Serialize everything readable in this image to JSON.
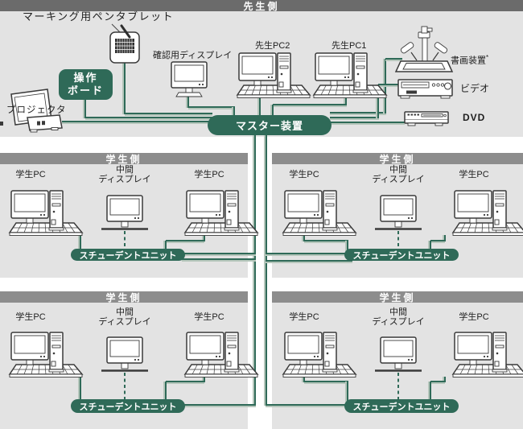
{
  "colors": {
    "accent_green": "#2F6A58",
    "line_highlight": "#b5c6bb",
    "panel_gray": "#e3e3e3",
    "teacher_bar_gray": "#6b6b6b",
    "student_bar_gray": "#8d8d8d",
    "icon_outline": "#3a3a3a",
    "text": "#1e1e1e"
  },
  "teacher": {
    "header": "先生側",
    "pen_tablet": "マーキング用ペンタブレット",
    "operation_board_line1": "操作",
    "operation_board_line2": "ボード",
    "projector": "プロジェクタ",
    "confirm_display": "確認用ディスプレイ",
    "pc2": "先生PC2",
    "pc1": "先生PC1",
    "doc_camera": "書画装置",
    "doc_camera_note": "*",
    "video": "ビデオ",
    "dvd": "DVD",
    "master": "マスター装置"
  },
  "sections": [
    {
      "header": "学生側",
      "pc_left": "学生PC",
      "display_line1": "中間",
      "display_line2": "ディスプレイ",
      "pc_right": "学生PC",
      "unit": "スチューデントユニット"
    },
    {
      "header": "学生側",
      "pc_left": "学生PC",
      "display_line1": "中間",
      "display_line2": "ディスプレイ",
      "pc_right": "学生PC",
      "unit": "スチューデントユニット"
    },
    {
      "header": "学生側",
      "pc_left": "学生PC",
      "display_line1": "中間",
      "display_line2": "ディスプレイ",
      "pc_right": "学生PC",
      "unit": "スチューデントユニット"
    },
    {
      "header": "学生側",
      "pc_left": "学生PC",
      "display_line1": "中間",
      "display_line2": "ディスプレイ",
      "pc_right": "学生PC",
      "unit": "スチューデントユニット"
    }
  ]
}
